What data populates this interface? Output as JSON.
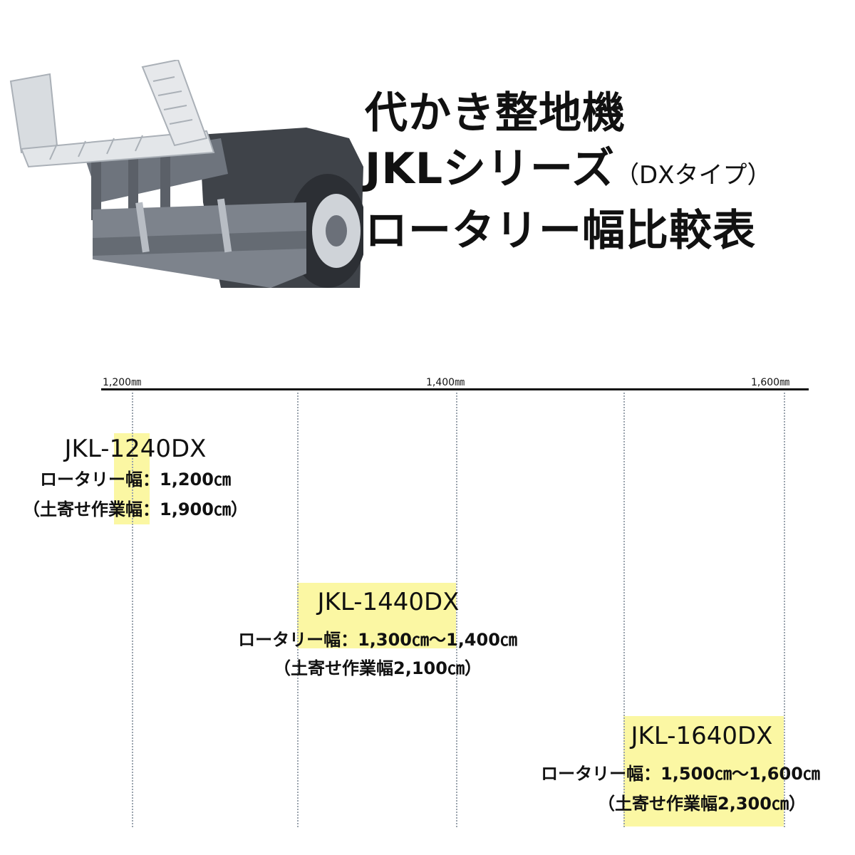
{
  "title": {
    "line1": "代かき整地機",
    "line2_main": "JKLシリーズ",
    "line2_sub": "（DXタイプ）",
    "line3": "ロータリー幅比較表"
  },
  "scale": {
    "ticks": [
      "1,200㎜",
      "1,400㎜",
      "1,600㎜"
    ]
  },
  "models": [
    {
      "name": "JKL-1240DX",
      "rotary": "ロータリー幅：1,200㎝",
      "soil": "（土寄せ作業幅：1,900㎝）"
    },
    {
      "name": "JKL-1440DX",
      "rotary": "ロータリー幅：1,300㎝〜1,400㎝",
      "soil": "（土寄せ作業幅2,100㎝）"
    },
    {
      "name": "JKL-1640DX",
      "rotary": "ロータリー幅：1,500㎝〜1,600㎝",
      "soil": "（土寄せ作業幅2,300㎝）"
    }
  ],
  "colors": {
    "highlight": "#fbf7a3",
    "guide_line": "#9aa3ad"
  }
}
